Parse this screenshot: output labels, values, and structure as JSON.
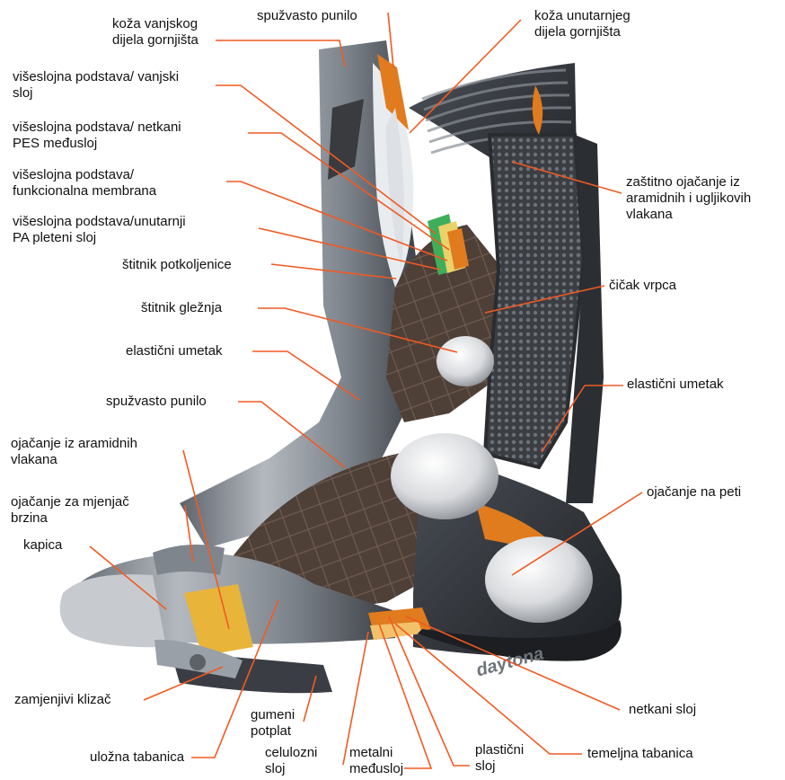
{
  "colors": {
    "leader": "#f15a22",
    "text": "#111111",
    "leather_light": "#9aa0a8",
    "leather_mid": "#6d737c",
    "leather_dark": "#2f3338",
    "foam": "#e07b1e",
    "mesh": "#4a4d52",
    "lining": "#5b4a40"
  },
  "labels": {
    "koza_vanjskog": [
      "koža vanjskog",
      "dijela gornjišta"
    ],
    "spuzvasto_top": [
      "spužvasto punilo"
    ],
    "koza_unutarnjeg": [
      "koža unutarnjeg",
      "dijela gornjišta"
    ],
    "visesl_vanjski": [
      "višeslojna podstava/ vanjski",
      "sloj"
    ],
    "visesl_netkani": [
      "višeslojna podstava/ netkani",
      "PES međusloj"
    ],
    "visesl_funkc": [
      "višeslojna podstava/",
      "funkcionalna membrana"
    ],
    "visesl_unutarnji": [
      "višeslojna podstava/unutarnji",
      "PA pleteni sloj"
    ],
    "stitnik_potkoljenice": [
      "štitnik potkoljenice"
    ],
    "stitnik_gleznja": [
      "štitnik gležnja"
    ],
    "elasticni_left": [
      "elastični umetak"
    ],
    "spuzvasto_mid": [
      "spužvasto punilo"
    ],
    "ojacanje_aramid": [
      "ojačanje iz aramidnih",
      "vlakana"
    ],
    "ojacanje_mjenjac": [
      "ojačanje za mjenjač",
      "brzina"
    ],
    "kapica": [
      "kapica"
    ],
    "zamjenjivi": [
      "zamjenjivi klizač"
    ],
    "ulozna": [
      "uložna tabanica"
    ],
    "gumeni": [
      "gumeni",
      "potplat"
    ],
    "celulozni": [
      "celulozni",
      "sloj"
    ],
    "metalni": [
      "metalni",
      "međusloj"
    ],
    "plasticni": [
      "plastični",
      "sloj"
    ],
    "temeljna": [
      "temeljna tabanica"
    ],
    "netkani": [
      "netkani sloj"
    ],
    "ojacanje_peti": [
      "ojačanje na peti"
    ],
    "elasticni_right": [
      "elastični umetak"
    ],
    "cicak": [
      "čičak vrpca"
    ],
    "zastitno": [
      "zaštitno ojačanje iz",
      "aramidnih i ugljikovih",
      "vlakana"
    ]
  },
  "brand_logo_text": "daytona"
}
